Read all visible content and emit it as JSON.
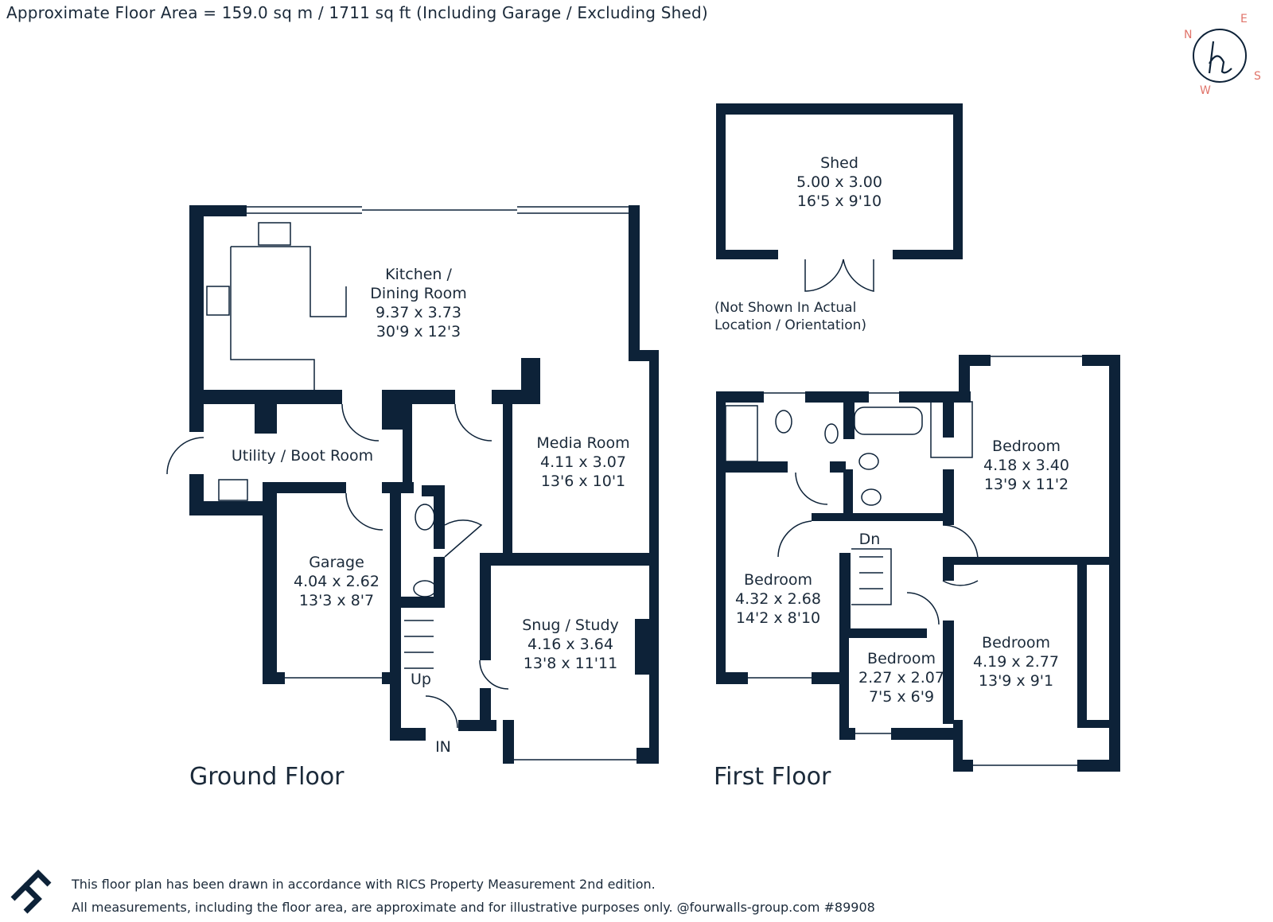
{
  "header": {
    "area_text": "Approximate Floor Area = 159.0 sq m / 1711 sq ft (Including Garage / Excluding Shed)"
  },
  "compass": {
    "letters": {
      "n": "N",
      "e": "E",
      "s": "S",
      "w": "W"
    },
    "accent_color": "#e0746a"
  },
  "colors": {
    "wall": "#0d2238",
    "text": "#1b2a3a"
  },
  "ground_floor": {
    "title": "Ground Floor",
    "rooms": [
      {
        "name": "Kitchen /",
        "name2": "Dining Room",
        "metric": "9.37 x 3.73",
        "imperial": "30'9 x 12'3"
      },
      {
        "name": "Utility / Boot Room"
      },
      {
        "name": "Media Room",
        "metric": "4.11 x 3.07",
        "imperial": "13'6 x 10'1"
      },
      {
        "name": "Garage",
        "metric": "4.04 x 2.62",
        "imperial": "13'3 x 8'7"
      },
      {
        "name": "Snug / Study",
        "metric": "4.16 x 3.64",
        "imperial": "13'8 x 11'11"
      }
    ],
    "stairs_label": "Up",
    "entrance_label": "IN"
  },
  "shed": {
    "name": "Shed",
    "metric": "5.00 x 3.00",
    "imperial": "16'5 x 9'10",
    "note_line1": "(Not Shown In Actual",
    "note_line2": "Location / Orientation)"
  },
  "first_floor": {
    "title": "First Floor",
    "rooms": [
      {
        "name": "Bedroom",
        "metric": "4.18 x 3.40",
        "imperial": "13'9 x 11'2"
      },
      {
        "name": "Bedroom",
        "metric": "4.32 x 2.68",
        "imperial": "14'2 x 8'10"
      },
      {
        "name": "Bedroom",
        "metric": "2.27 x 2.07",
        "imperial": "7'5 x 6'9"
      },
      {
        "name": "Bedroom",
        "metric": "4.19 x 2.77",
        "imperial": "13'9 x 9'1"
      }
    ],
    "stairs_label": "Dn"
  },
  "footer": {
    "line1": "This floor plan has been drawn in accordance with RICS Property Measurement 2nd edition.",
    "line2": "All measurements, including the floor area, are approximate and for illustrative purposes only. @fourwalls-group.com #89908"
  }
}
